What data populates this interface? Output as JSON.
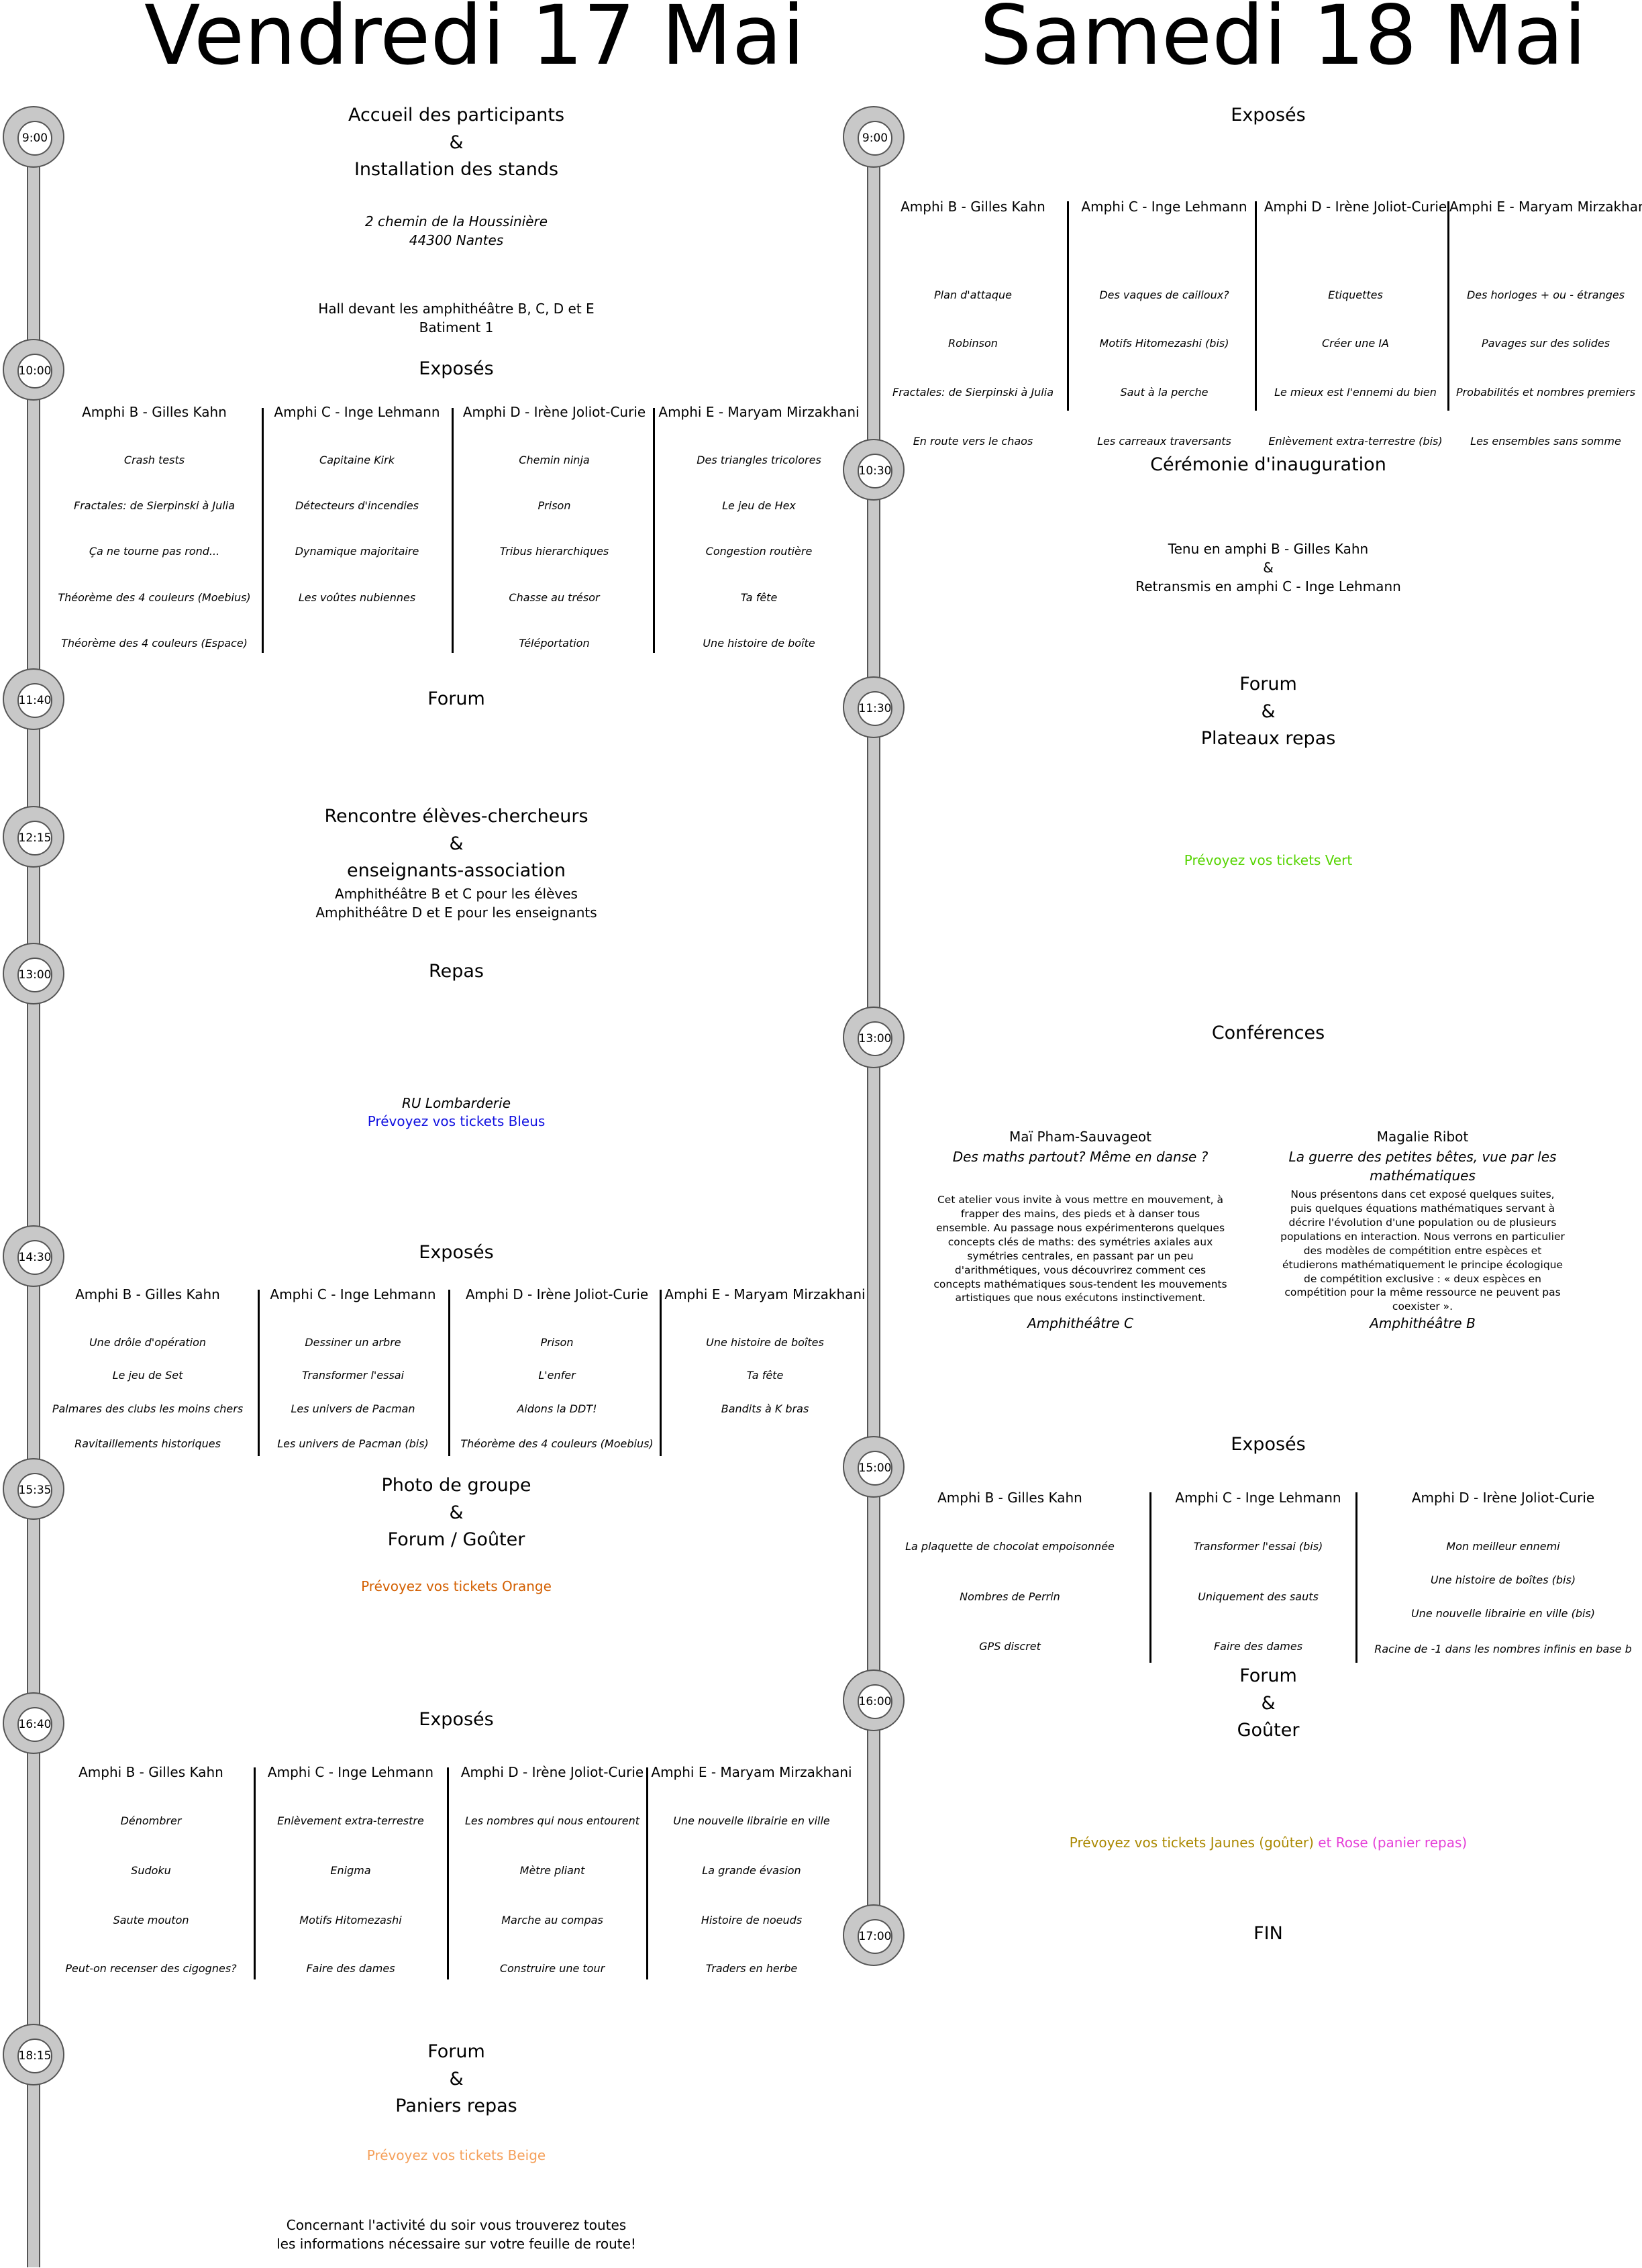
{
  "days": {
    "friday": "Vendredi 17 Mai",
    "saturday": "Samedi 18 Mai"
  },
  "friday": {
    "times": [
      "9:00",
      "10:00",
      "11:40",
      "12:15",
      "13:00",
      "14:30",
      "15:35",
      "16:40",
      "18:15"
    ],
    "accueil": {
      "title": "Accueil des participants\n&\nInstallation des stands",
      "address": "2 chemin de la Houssinière\n44300 Nantes",
      "location": "Hall devant les amphithéâtre B, C, D et E\nBatiment 1"
    },
    "exposes1": {
      "title": "Exposés",
      "amphis": [
        {
          "name": "Amphi B - Gilles Kahn",
          "talks": [
            "Crash tests",
            "Fractales: de Sierpinski à Julia",
            "Ça ne tourne pas rond...",
            "Théorème des 4 couleurs (Moebius)",
            "Théorème des 4 couleurs (Espace)"
          ]
        },
        {
          "name": "Amphi C - Inge Lehmann",
          "talks": [
            "Capitaine Kirk",
            "Détecteurs d'incendies",
            "Dynamique majoritaire",
            "Les voûtes nubiennes"
          ]
        },
        {
          "name": "Amphi D - Irène Joliot-Curie",
          "talks": [
            "Chemin ninja",
            "Prison",
            "Tribus hierarchiques",
            "Chasse au trésor",
            "Téléportation"
          ]
        },
        {
          "name": "Amphi E - Maryam Mirzakhani",
          "talks": [
            "Des triangles tricolores",
            "Le jeu de Hex",
            "Congestion routière",
            "Ta fête",
            "Une histoire de boîte"
          ]
        }
      ]
    },
    "forum1": "Forum",
    "rencontre": {
      "title": "Rencontre élèves-chercheurs\n&\nenseignants-association",
      "location": "Amphithéâtre B et C pour les élèves\nAmphithéâtre D et E pour les enseignants"
    },
    "repas": {
      "title": "Repas",
      "place": "RU Lombarderie",
      "ticket": "Prévoyez vos tickets Bleus"
    },
    "exposes2": {
      "title": "Exposés",
      "amphis": [
        {
          "name": "Amphi B - Gilles Kahn",
          "talks": [
            "Une drôle d'opération",
            "Le jeu de Set",
            "Palmares des clubs les moins chers",
            "Ravitaillements historiques"
          ]
        },
        {
          "name": "Amphi C - Inge Lehmann",
          "talks": [
            "Dessiner un arbre",
            "Transformer l'essai",
            "Les univers de Pacman",
            "Les univers de Pacman (bis)"
          ]
        },
        {
          "name": "Amphi D - Irène Joliot-Curie",
          "talks": [
            "Prison",
            "L'enfer",
            "Aidons la DDT!",
            "Théorème des 4 couleurs (Moebius)"
          ]
        },
        {
          "name": "Amphi E - Maryam Mirzakhani",
          "talks": [
            "Une histoire de boîtes",
            "Ta fête",
            "Bandits à K bras",
            ""
          ]
        }
      ]
    },
    "photo": {
      "title": "Photo de groupe\n&\nForum / Goûter",
      "ticket": "Prévoyez vos tickets Orange"
    },
    "exposes3": {
      "title": "Exposés",
      "amphis": [
        {
          "name": "Amphi B - Gilles Kahn",
          "talks": [
            "Dénombrer",
            "Sudoku",
            "Saute mouton",
            "Peut-on recenser des cigognes?"
          ]
        },
        {
          "name": "Amphi C - Inge Lehmann",
          "talks": [
            "Enlèvement extra-terrestre",
            "Enigma",
            "Motifs Hitomezashi",
            "Faire des dames"
          ]
        },
        {
          "name": "Amphi D - Irène Joliot-Curie",
          "talks": [
            "Les nombres qui nous entourent",
            "Mètre pliant",
            "Marche au compas",
            "Construire une tour"
          ]
        },
        {
          "name": "Amphi E - Maryam Mirzakhani",
          "talks": [
            "Une nouvelle librairie en ville",
            "La grande évasion",
            "Histoire de noeuds",
            "Traders en herbe"
          ]
        }
      ]
    },
    "forum2": {
      "title": "Forum\n&\nPaniers repas",
      "ticket": "Prévoyez vos tickets Beige",
      "note": "Concernant l'activité du soir vous trouverez toutes\nles informations nécessaire sur votre feuille de route!"
    }
  },
  "saturday": {
    "times": [
      "9:00",
      "10:30",
      "11:30",
      "13:00",
      "15:00",
      "16:00",
      "17:00"
    ],
    "exposes1": {
      "title": "Exposés",
      "amphis": [
        {
          "name": "Amphi B - Gilles Kahn",
          "talks": [
            "Plan d'attaque",
            "Robinson",
            "Fractales: de Sierpinski à Julia",
            "En route vers le chaos"
          ]
        },
        {
          "name": "Amphi C - Inge Lehmann",
          "talks": [
            "Des vaques de cailloux?",
            "Motifs Hitomezashi (bis)",
            "Saut à la perche",
            "Les carreaux traversants"
          ]
        },
        {
          "name": "Amphi D - Irène Joliot-Curie",
          "talks": [
            "Etiquettes",
            "Créer une IA",
            "Le mieux est l'ennemi du bien",
            "Enlèvement extra-terrestre (bis)"
          ]
        },
        {
          "name": "Amphi E - Maryam Mirzakhani",
          "talks": [
            "Des horloges + ou - étranges",
            "Pavages sur des solides",
            "Probabilités et nombres premiers",
            "Les ensembles sans somme"
          ]
        }
      ]
    },
    "ceremonie": {
      "title": "Cérémonie d'inauguration",
      "detail": "Tenu en amphi B - Gilles Kahn\n&\nRetransmis en amphi C - Inge Lehmann"
    },
    "forum1": {
      "title": "Forum\n&\nPlateaux repas",
      "ticket": "Prévoyez vos tickets Vert"
    },
    "conferences": {
      "title": "Conférences",
      "talks": [
        {
          "speaker": "Maï Pham-Sauvageot",
          "title": "Des maths partout? Même en danse ?",
          "abstract": "Cet atelier vous invite à vous mettre en mouvement, à\nfrapper des mains, des pieds et à danser tous\nensemble. Au passage nous expérimenterons quelques\nconcepts clés de maths: des symétries axiales aux\nsymétries centrales, en passant par un peu\nd'arithmétiques, vous découvrirez comment ces\nconcepts mathématiques sous-tendent les mouvements\nartistiques que nous exécutons instinctivement.",
          "room": "Amphithéâtre C"
        },
        {
          "speaker": "Magalie Ribot",
          "title": "La guerre des petites bêtes, vue par les mathématiques",
          "abstract": "Nous présentons dans cet exposé quelques suites,\npuis quelques équations mathématiques servant à\ndécrire l'évolution d'une population ou de plusieurs\npopulations en interaction. Nous verrons en particulier\ndes modèles de compétition entre espèces et\nétudierons mathématiquement le principe écologique\nde compétition exclusive : « deux espèces en\ncompétition pour la même ressource ne peuvent pas\ncoexister ».",
          "room": "Amphithéâtre B"
        }
      ]
    },
    "exposes2": {
      "title": "Exposés",
      "amphis": [
        {
          "name": "Amphi B - Gilles Kahn",
          "talks": [
            "La plaquette de chocolat empoisonnée",
            "Nombres de Perrin",
            "GPS discret"
          ]
        },
        {
          "name": "Amphi C - Inge Lehmann",
          "talks": [
            "Transformer l'essai (bis)",
            "Uniquement des sauts",
            "Faire des dames"
          ]
        },
        {
          "name": "Amphi D - Irène Joliot-Curie",
          "talks": [
            "Mon meilleur ennemi",
            "Une histoire de boîtes (bis)",
            "Une nouvelle librairie en ville (bis)",
            "Racine de -1 dans les nombres infinis en base b"
          ]
        }
      ]
    },
    "forum2": {
      "title": "Forum\n&\nGoûter",
      "ticket_a": "Prévoyez vos tickets Jaunes (goûter)",
      "ticket_b": " et Rose (panier repas)"
    },
    "fin": "FIN"
  },
  "colors": {
    "blue": "#1010e0",
    "orange": "#d35f00",
    "green": "#55d400",
    "beige": "#f5a05a",
    "yellow": "#aa8800",
    "pink": "#e540d8",
    "rail": "#c8c8c8"
  }
}
